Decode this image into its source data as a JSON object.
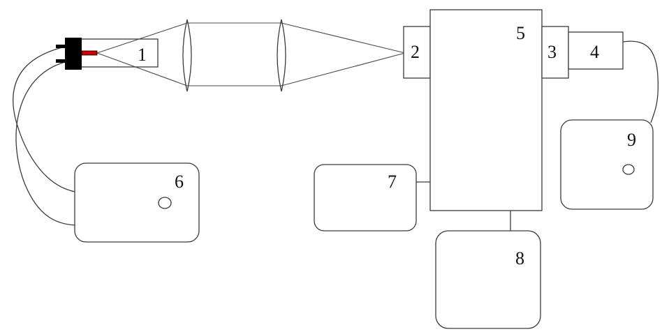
{
  "labels": {
    "l1": "1",
    "l2": "2",
    "l3": "3",
    "l4": "4",
    "l5": "5",
    "l6": "6",
    "l7": "7",
    "l8": "8",
    "l9": "9"
  },
  "colors": {
    "line": "#3a3a3a",
    "emitter_body": "#000000",
    "emitter_core": "#cc0000"
  }
}
